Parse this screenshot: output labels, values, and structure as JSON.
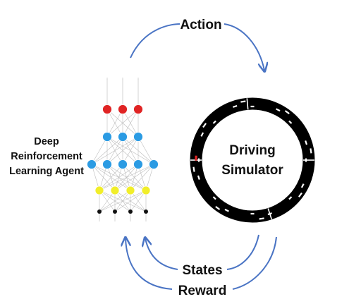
{
  "labels": {
    "action": "Action",
    "agent_line1": "Deep",
    "agent_line2": "Reinforcement",
    "agent_line3": "Learning Agent",
    "env_line1": "Driving",
    "env_line2": "Simulator",
    "states": "States",
    "reward": "Reward"
  },
  "colors": {
    "arrow": "#4a74c4",
    "output_layer": "#e02424",
    "hidden_layer": "#2b9be3",
    "input_layer": "#f1ee2a",
    "input_nodes": "#111111",
    "track": "#000000",
    "car_highlight": "#e02424"
  },
  "network": {
    "layers": [
      {
        "name": "input-nodes",
        "count": 4
      },
      {
        "name": "input-layer",
        "count": 4
      },
      {
        "name": "hidden-layer-2",
        "count": 5
      },
      {
        "name": "hidden-layer-1",
        "count": 3
      },
      {
        "name": "output-layer",
        "count": 3
      }
    ]
  }
}
